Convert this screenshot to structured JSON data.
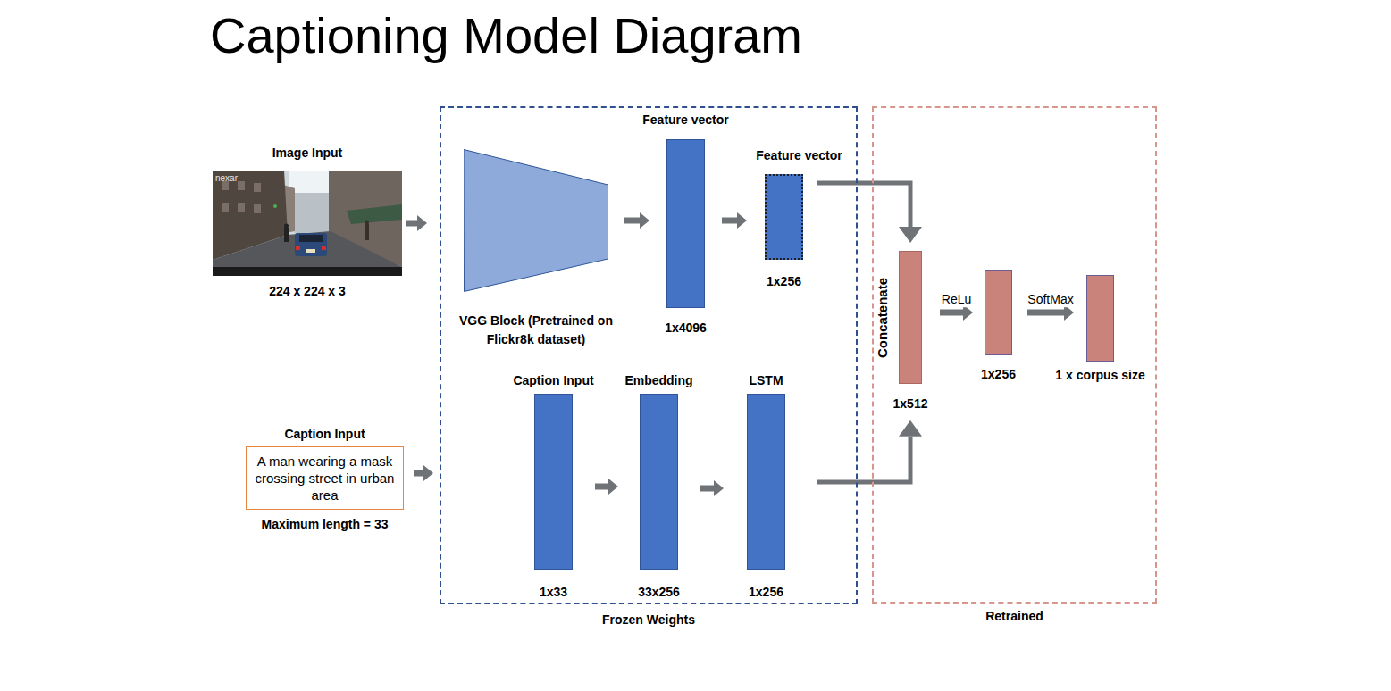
{
  "diagram": {
    "title": "Captioning Model Diagram",
    "nodes": [
      {
        "text": [
          "Image Input",
          "224 x 224 x 3"
        ]
      },
      {
        "text": [
          "Caption Input",
          "A man wearing a mask crossing street in urban area",
          "Maximum length = 33"
        ]
      },
      {
        "text": [
          "Frozen Weights"
        ]
      },
      {
        "text": [
          "VGG Block (Pretrained on Flickr8k dataset)"
        ],
        "in": 2
      },
      {
        "text": [
          "Feature vector",
          "1x4096"
        ],
        "in": 2
      },
      {
        "text": [
          "Feature vector",
          "1x256"
        ],
        "in": 2
      },
      {
        "text": [
          "Caption Input",
          "1x33"
        ],
        "in": 2
      },
      {
        "text": [
          "Embedding",
          "33x256"
        ],
        "in": 2
      },
      {
        "text": [
          "LSTM",
          "1x256"
        ],
        "in": 2
      },
      {
        "text": [
          "Retrained"
        ]
      },
      {
        "text": [
          "Concatenate",
          "1x512"
        ],
        "in": 9
      },
      {
        "text": [
          "1x256"
        ],
        "in": 9
      },
      {
        "text": [
          "1 x corpus size"
        ],
        "in": 9
      }
    ],
    "edges": [
      {
        "from": 0,
        "to": 2,
        "arrow": "to"
      },
      {
        "from": 3,
        "to": 4,
        "arrow": "to"
      },
      {
        "from": 4,
        "to": 5,
        "arrow": "to"
      },
      {
        "from": 5,
        "to": 10,
        "arrow": "to"
      },
      {
        "from": 1,
        "to": 2,
        "arrow": "to"
      },
      {
        "from": 6,
        "to": 7,
        "arrow": "to"
      },
      {
        "from": 7,
        "to": 8,
        "arrow": "to"
      },
      {
        "from": 8,
        "to": 10,
        "arrow": "to"
      },
      {
        "from": 10,
        "to": 11,
        "label": "ReLu",
        "arrow": "to"
      },
      {
        "from": 11,
        "to": 12,
        "label": "SoftMax",
        "arrow": "to"
      }
    ],
    "labels": [
      "nexar"
    ]
  }
}
